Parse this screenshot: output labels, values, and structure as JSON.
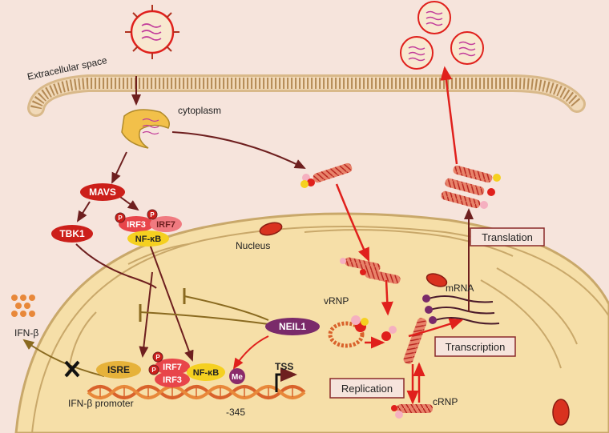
{
  "labels": {
    "extracellular_space": "Extracellular space",
    "cytoplasm": "cytoplasm",
    "nucleus": "Nucleus",
    "vrnp": "vRNP",
    "mrna": "mRNA",
    "crnp": "cRNP",
    "ifn_beta": "IFN-β",
    "ifn_beta_promoter": "IFN-β promoter",
    "tss": "TSS",
    "position": "-345"
  },
  "proteins": {
    "mavs": "MAVS",
    "tbk1": "TBK1",
    "irf3": "IRF3",
    "irf7": "IRF7",
    "nfkb": "NF-κB",
    "neil1": "NEIL1",
    "isre": "ISRE",
    "me": "Me",
    "p": "P"
  },
  "boxes": {
    "translation": "Translation",
    "transcription": "Transcription",
    "replication": "Replication"
  },
  "colors": {
    "background": "#f6e4dc",
    "nucleus_fill": "#f6dfa8",
    "membrane": "#c9a86a",
    "red_arrow": "#e0201c",
    "dark_arrow": "#6e1f1f",
    "mavs": "#cc1f1a",
    "irf": "#e8454a",
    "irf7": "#f07a80",
    "nfkb": "#f5d020",
    "neil1": "#7a2a6a",
    "isre": "#e6b23a",
    "dna": "#d9622b"
  }
}
